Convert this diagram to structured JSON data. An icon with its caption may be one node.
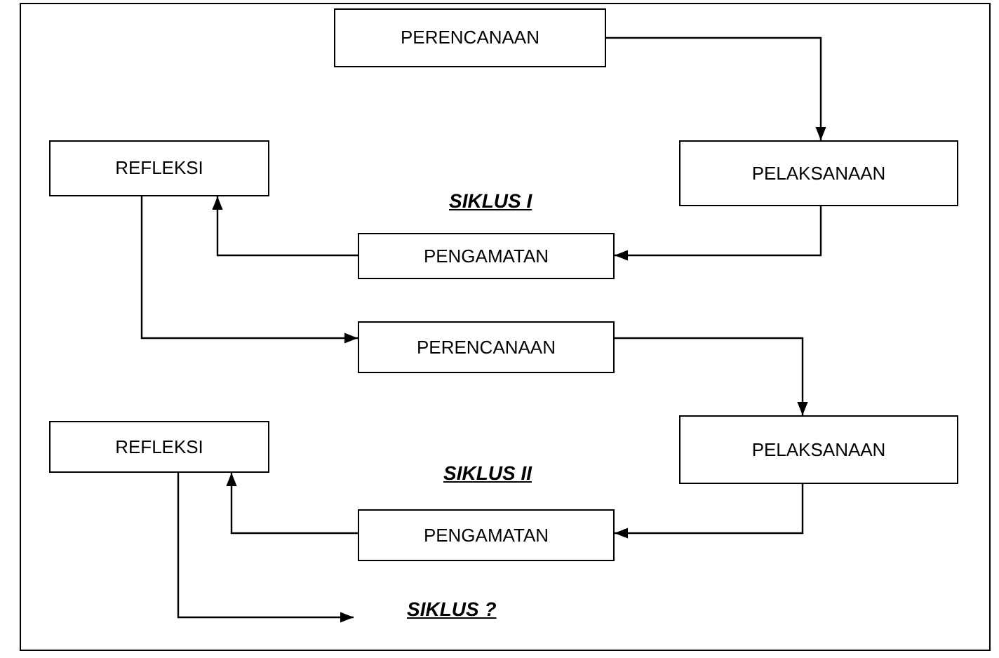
{
  "diagram": {
    "nodes": [
      {
        "text": [
          "PERENCANAAN"
        ]
      },
      {
        "text": [
          "PELAKSANAAN"
        ]
      },
      {
        "text": [
          "REFLEKSI"
        ]
      },
      {
        "text": [
          "PENGAMATAN"
        ]
      },
      {
        "text": [
          "PERENCANAAN"
        ]
      },
      {
        "text": [
          "PELAKSANAAN"
        ]
      },
      {
        "text": [
          "REFLEKSI"
        ]
      },
      {
        "text": [
          "PENGAMATAN"
        ]
      },
      {
        "text": [
          "SIKLUS ?"
        ]
      }
    ],
    "edges": [
      {
        "from": 0,
        "to": 1,
        "arrow": "to"
      },
      {
        "from": 1,
        "to": 3,
        "arrow": "to"
      },
      {
        "from": 3,
        "to": 2,
        "arrow": "to"
      },
      {
        "from": 2,
        "to": 4,
        "arrow": "to"
      },
      {
        "from": 4,
        "to": 5,
        "arrow": "to"
      },
      {
        "from": 5,
        "to": 7,
        "arrow": "to"
      },
      {
        "from": 7,
        "to": 6,
        "arrow": "to"
      },
      {
        "from": 6,
        "to": 8,
        "arrow": "to"
      }
    ],
    "labels": [
      "SIKLUS I",
      "SIKLUS II"
    ]
  }
}
